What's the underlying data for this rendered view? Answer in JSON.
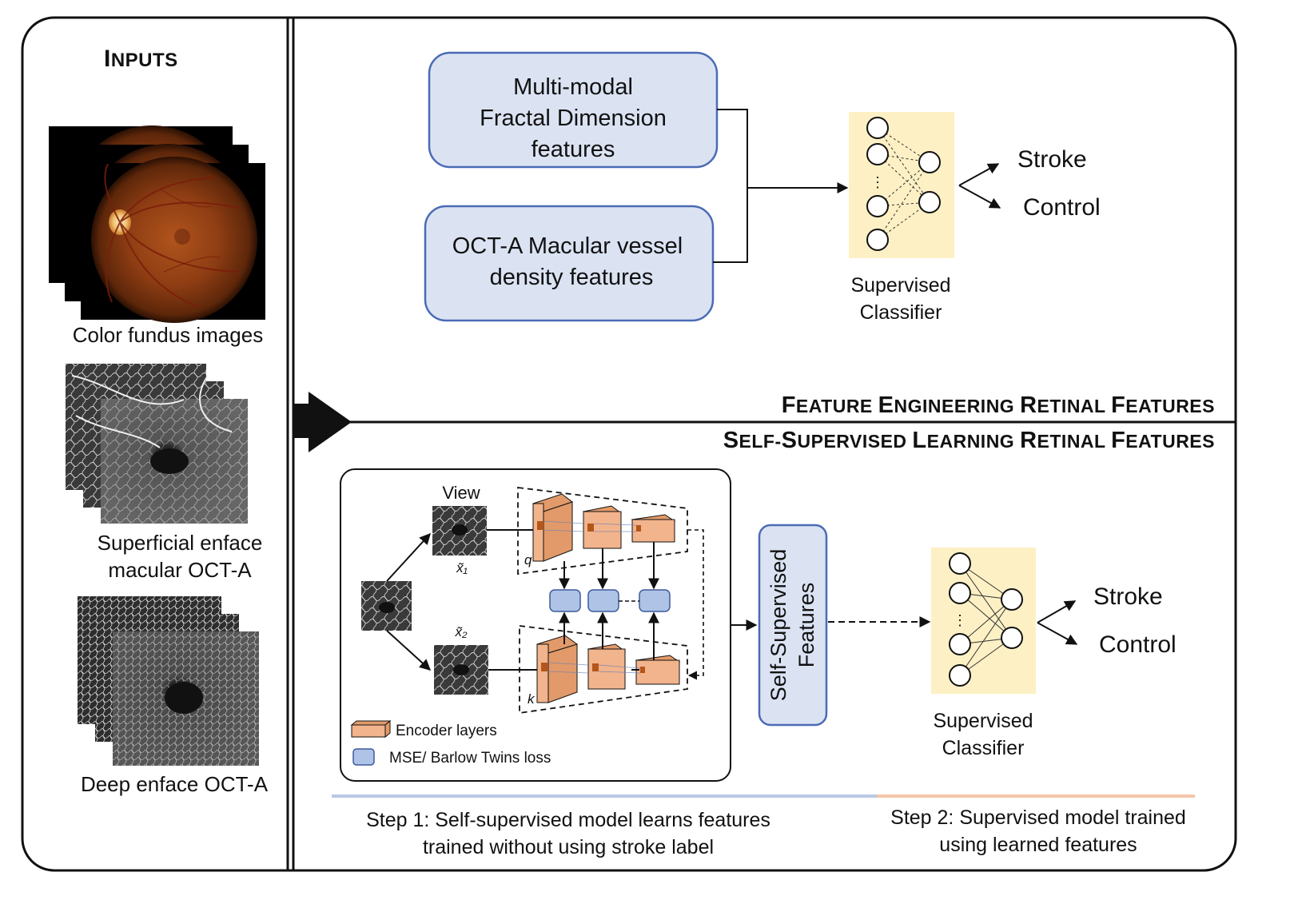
{
  "inputs": {
    "title_initial": "I",
    "title_rest": "NPUTS",
    "fundus_label": "Color fundus images",
    "superficial_label_1": "Superficial enface",
    "superficial_label_2": "macular OCT-A",
    "deep_label": "Deep enface OCT-A"
  },
  "feature_engineering": {
    "box1_line1": "Multi-modal",
    "box1_line2": "Fractal Dimension",
    "box1_line3": "features",
    "box2_line1": "OCT-A Macular vessel",
    "box2_line2": "density features",
    "classifier_label_1": "Supervised",
    "classifier_label_2": "Classifier",
    "output_1": "Stroke",
    "output_2": "Control",
    "section_title": {
      "w1_initial": "F",
      "w1_rest": "EATURE",
      "w2_initial": "E",
      "w2_rest": "NGINEERING",
      "w3_initial": "R",
      "w3_rest": "ETINAL",
      "w4_initial": "F",
      "w4_rest": "EATURES"
    }
  },
  "self_supervised": {
    "section_title": {
      "w1_initial": "S",
      "w1_rest": "ELF",
      "w1b_initial": "S",
      "w1b_rest": "UPERVISED",
      "w2_initial": "L",
      "w2_rest": "EARNING",
      "w3_initial": "R",
      "w3_rest": "ETINAL",
      "w4_initial": "F",
      "w4_rest": "EATURES"
    },
    "view_label": "View",
    "x1_label": "x̃₁",
    "x2_label": "x̃₂",
    "q_label": "q",
    "k_label": "k",
    "legend_encoder": "Encoder layers",
    "legend_loss": "MSE/ Barlow Twins loss",
    "features_line1": "Self-Supervised",
    "features_line2": "Features",
    "classifier_label_1": "Supervised",
    "classifier_label_2": "Classifier",
    "output_1": "Stroke",
    "output_2": "Control",
    "step1_line1": "Step 1: Self-supervised model learns features",
    "step1_line2": "trained without using stroke label",
    "step2_line1": "Step 2: Supervised model trained",
    "step2_line2": "using learned features"
  },
  "colors": {
    "box_fill": "#dbe3f3",
    "box_stroke": "#4a6bb5",
    "classifier_bg": "#fdf0c4",
    "encoder_face": "#f2b48c",
    "encoder_side": "#e29a6a",
    "loss_fill": "#aec3e6",
    "step1_line": "#b9c8e4",
    "step2_line": "#f4c6a8"
  }
}
